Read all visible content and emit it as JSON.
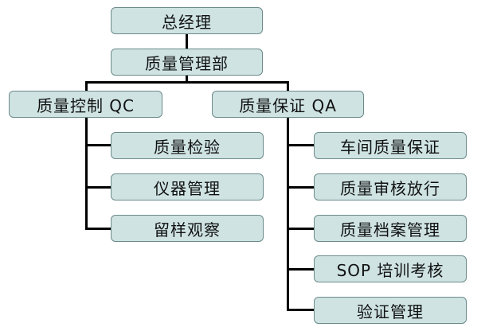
{
  "colors": {
    "node_fill": "#cfe3e3",
    "node_border": "#6c8a8a",
    "connector": "#000000",
    "text": "#111111"
  },
  "org_chart": {
    "root": {
      "label": "总经理"
    },
    "department": {
      "label": "质量管理部"
    },
    "qc": {
      "label": "质量控制 QC",
      "children": [
        "质量检验",
        "仪器管理",
        "留样观察"
      ]
    },
    "qa": {
      "label": "质量保证 QA",
      "children": [
        "车间质量保证",
        "质量审核放行",
        "质量档案管理",
        "SOP 培训考核",
        "验证管理"
      ]
    }
  }
}
